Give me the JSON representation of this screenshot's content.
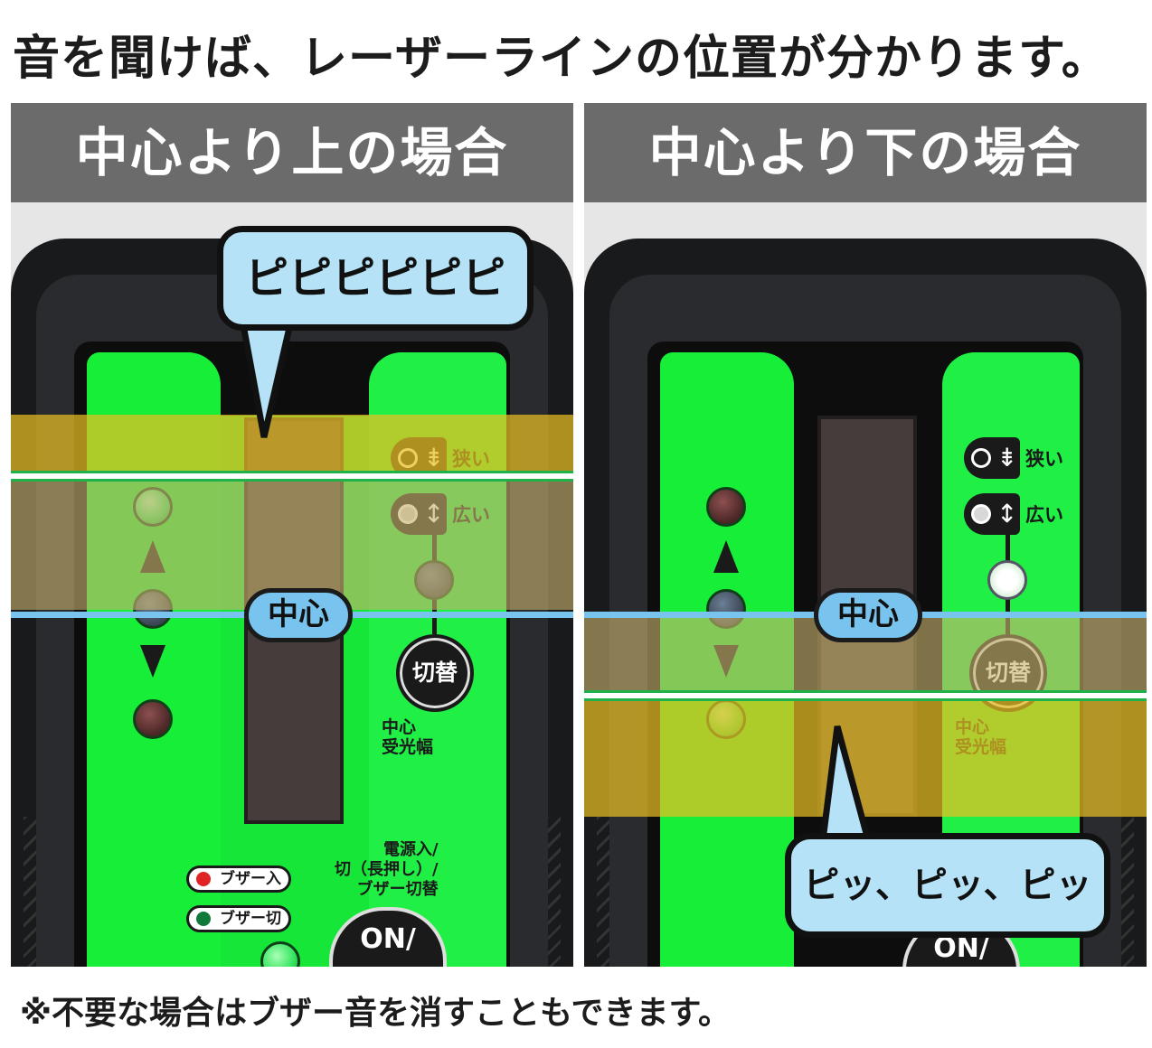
{
  "headline": "音を聞けば、レーザーラインの位置が分かります。",
  "footnote": "※不要な場合はブザー音を消すこともできます。",
  "panels": {
    "left": {
      "header": "中心より上の場合",
      "sound": "ピピピピピピ",
      "center_label": "中心"
    },
    "right": {
      "header": "中心より下の場合",
      "sound": "ピッ、ピッ、ピッ",
      "center_label": "中心"
    }
  },
  "device": {
    "mode_narrow": "狭い",
    "mode_wide": "広い",
    "switch": "切替",
    "center_width_line1": "中心",
    "center_width_line2": "受光幅",
    "power_line1": "電源入/",
    "power_line2": "切（長押し）/",
    "power_line3": "ブザー切替",
    "buzzer_on": "ブザー入",
    "buzzer_off": "ブザー切",
    "on_button": "ON/"
  },
  "colors": {
    "header_bg": "#6b6b6b",
    "device_green": "#17ee38",
    "band_yellow": "#e8be24",
    "center_line": "#78c4ee",
    "bubble": "#b5e2f7"
  }
}
